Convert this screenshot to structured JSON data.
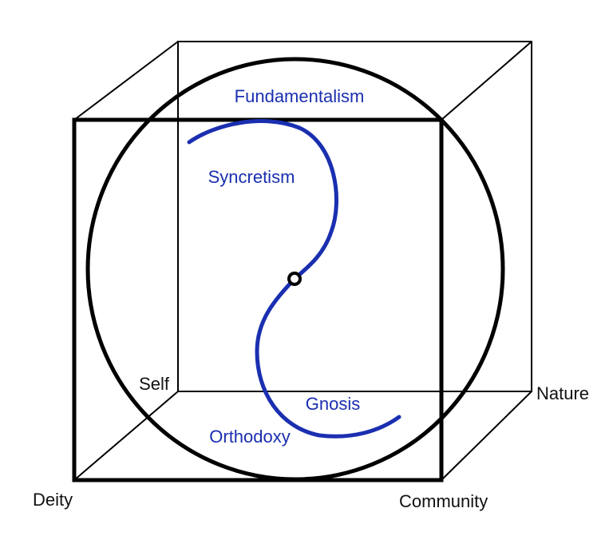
{
  "colors": {
    "line": "#000000",
    "curve": "#1a2fb0",
    "background": "#ffffff"
  },
  "corner_labels": {
    "self": "Self",
    "nature": "Nature",
    "deity": "Deity",
    "community": "Community"
  },
  "curve_labels": {
    "fundamentalism": "Fundamentalism",
    "syncretism": "Syncretism",
    "gnosis": "Gnosis",
    "orthodoxy": "Orthodoxy"
  }
}
